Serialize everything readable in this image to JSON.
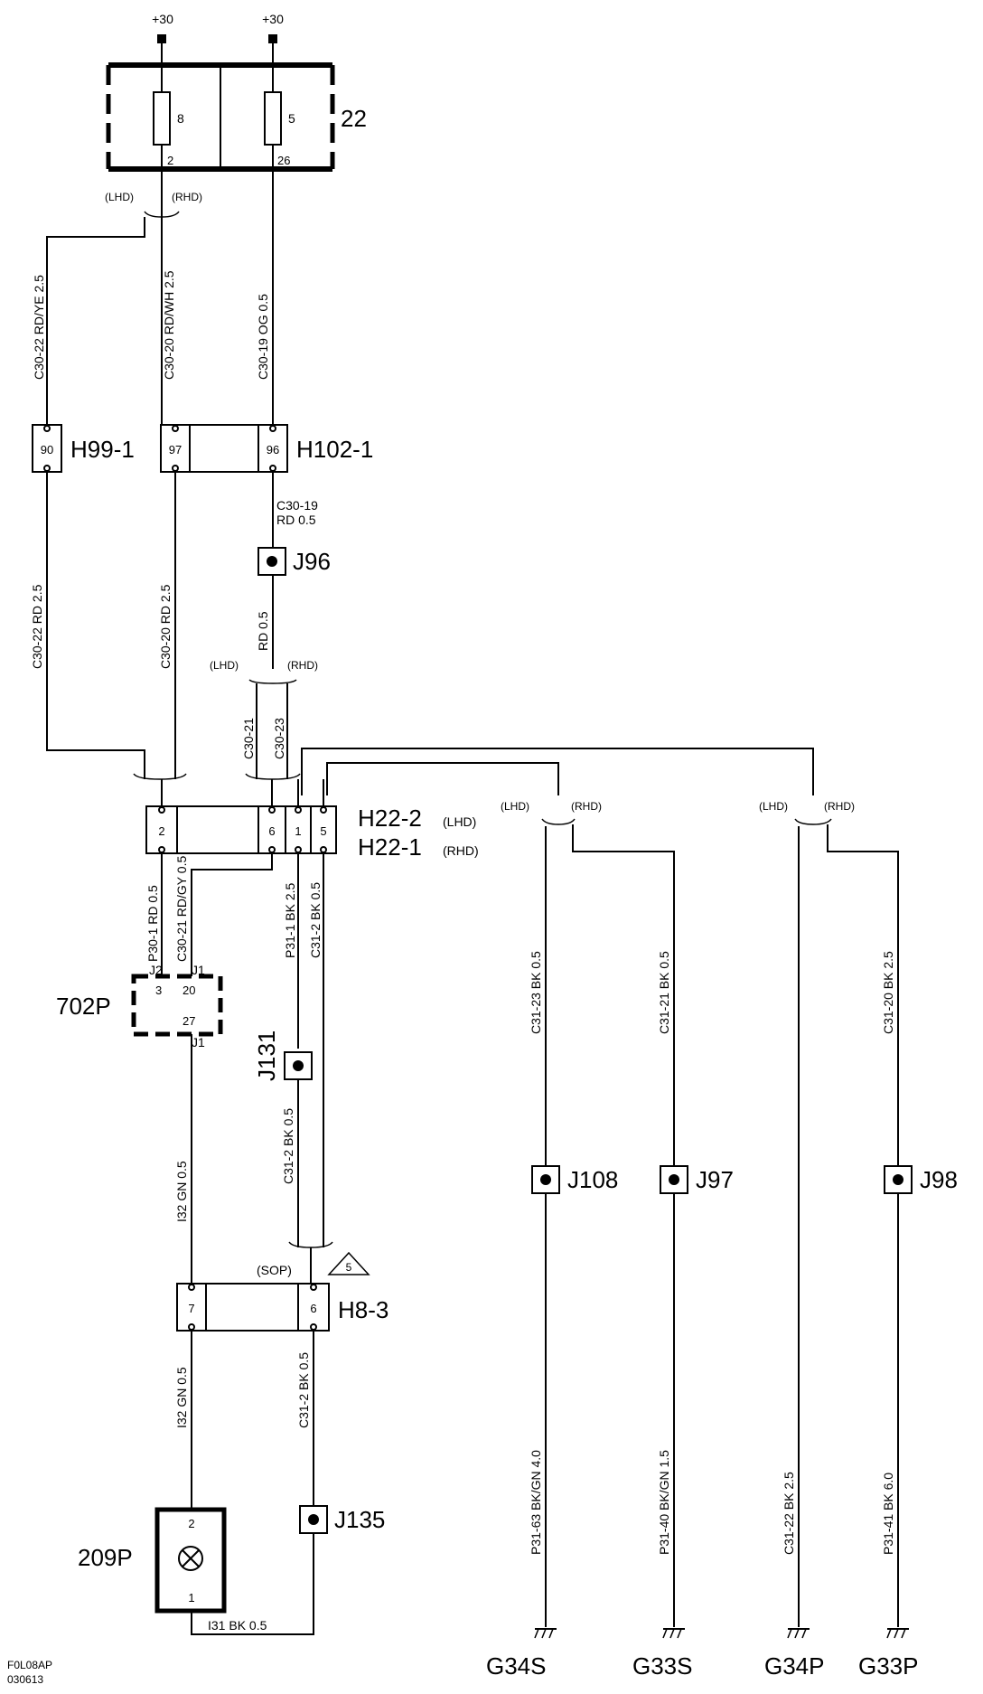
{
  "supply": {
    "left": "+30",
    "right": "+30"
  },
  "fuse_box": {
    "id": "22",
    "fuse_left": "8",
    "fuse_right": "5",
    "pin_left": "2",
    "pin_right": "26"
  },
  "variants": {
    "lhd": "(LHD)",
    "rhd": "(RHD)",
    "sop": "(SOP)"
  },
  "wires": {
    "c30_22_top": "C30-22  RD/YE  2.5",
    "c30_20_top": "C30-20  RD/WH  2.5",
    "c30_19_top": "C30-19  OG  0.5",
    "c30_22_mid": "C30-22  RD  2.5",
    "c30_20_mid": "C30-20  RD  2.5",
    "c30_19_mid_1": "C30-19",
    "c30_19_mid_2": "RD    0.5",
    "rd_05": "RD  0.5",
    "c30_21": "C30-21",
    "c30_23": "C30-23",
    "p30_1": "P30-1  RD  0.5",
    "c30_21_b": "C30-21  RD/GY  0.5",
    "p31_1": "P31-1  BK  2.5",
    "c31_2_top": "C31-2  BK  0.5",
    "c31_2_mid": "C31-2  BK  0.5",
    "i32_top": "I32  GN  0.5",
    "i32_bot": "I32  GN  0.5",
    "c31_2_bot": "C31-2  BK  0.5",
    "i31": "I31   BK   0.5",
    "c31_23": "C31-23  BK  0.5",
    "c31_21": "C31-21  BK  0.5",
    "c31_20": "C31-20  BK  2.5",
    "p31_63": "P31-63  BK/GN  4.0",
    "p31_40": "P31-40  BK/GN  1.5",
    "c31_22": "C31-22  BK  2.5",
    "p31_41": "P31-41  BK  6.0"
  },
  "connectors": {
    "h99_1": {
      "id": "H99-1",
      "pin": "90"
    },
    "h102_1": {
      "id": "H102-1",
      "pin_a": "97",
      "pin_b": "96"
    },
    "h22": {
      "id_lhd": "H22-2",
      "tag_lhd": "(LHD)",
      "id_rhd": "H22-1",
      "tag_rhd": "(RHD)",
      "pins": [
        "2",
        "6",
        "1",
        "5"
      ]
    },
    "h8_3": {
      "id": "H8-3",
      "pin_a": "7",
      "pin_b": "6"
    }
  },
  "splices": {
    "j96": "J96",
    "j131": "J131",
    "j108": "J108",
    "j97": "J97",
    "j98": "J98",
    "j135": "J135"
  },
  "module_702p": {
    "id": "702P",
    "j2": "J2",
    "j1_top": "J1",
    "pin_3": "3",
    "pin_20": "20",
    "pin_27": "27",
    "j1_bot": "J1"
  },
  "lamp_209p": {
    "id": "209P",
    "pin_top": "2",
    "pin_bot": "1"
  },
  "note_marker": "5",
  "grounds": {
    "g34s": "G34S",
    "g33s": "G33S",
    "g34p": "G34P",
    "g33p": "G33P"
  },
  "footer": {
    "code": "F0L08AP",
    "date": "030613"
  }
}
